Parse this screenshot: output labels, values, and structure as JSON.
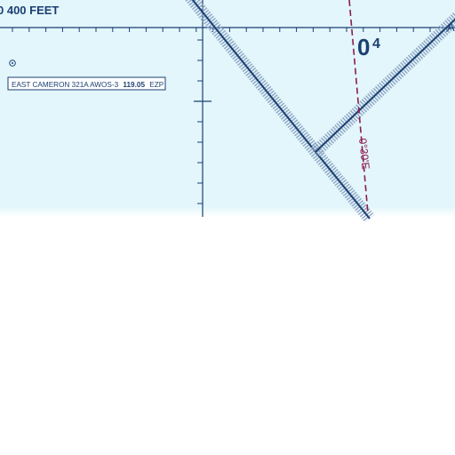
{
  "map": {
    "altitude_label": "0 400 FEET",
    "station_label": {
      "name": "EAST CAMERON 321A AWOS-3",
      "frequency": "119.05",
      "ident": "EZP"
    },
    "mef_figure": {
      "thousands": "0",
      "hundreds": "4"
    },
    "isogonic_label": "0°30'E",
    "route_edge_label": "A",
    "colors": {
      "water": "#e2f6fb",
      "blue_ink": "#1c3f73",
      "airway_halo": "#8fa6c4",
      "isogonic": "#8c1c4c",
      "paper": "#ffffff"
    }
  }
}
